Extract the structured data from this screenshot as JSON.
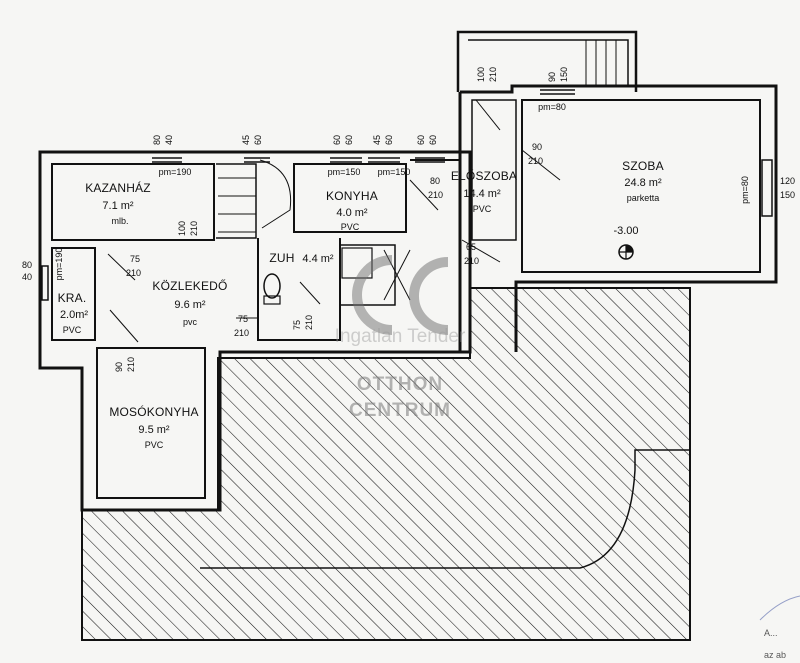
{
  "rooms": {
    "kazanhaz": {
      "name": "KAZANHÁZ",
      "area": "7.1 m²",
      "material": "mlb."
    },
    "konyha": {
      "name": "KONYHA",
      "area": "4.0 m²",
      "material": "PVC"
    },
    "eloszoba": {
      "name": "ELŐSZOBA",
      "area": "14.4 m²",
      "material": "PVC"
    },
    "szoba": {
      "name": "SZOBA",
      "area": "24.8 m²",
      "material": "parketta",
      "level": "-3.00"
    },
    "zuh": {
      "name": "ZUH",
      "area": "4.4 m²"
    },
    "kozlekedo": {
      "name": "KÖZLEKEDŐ",
      "area": "9.6 m²",
      "material": "pvc"
    },
    "kra": {
      "name": "KRA.",
      "area": "2.0m²",
      "material": "PVC"
    },
    "mosokonyha": {
      "name": "MOSÓKONYHA",
      "area": "9.5 m²",
      "material": "PVC"
    }
  },
  "parapets": {
    "kazanhaz": "pm=190",
    "konyha1": "pm=150",
    "konyha2": "pm=150",
    "eloszoba": "pm=80",
    "szoba": "pm=80",
    "kra": "pm=190"
  },
  "dimensions": {
    "w_80_40_top": [
      "80",
      "40"
    ],
    "w_45_60_a": [
      "45",
      "60"
    ],
    "w_60_60_a": [
      "60",
      "60"
    ],
    "w_45_60_b": [
      "45",
      "60"
    ],
    "w_60_60_b": [
      "60",
      "60"
    ],
    "d_100_210_top": [
      "100",
      "210"
    ],
    "w_90_150_top": [
      "90",
      "150"
    ],
    "d_100_210_kazanhaz": [
      "100",
      "210"
    ],
    "d_80_210_konyha": [
      "80",
      "210"
    ],
    "d_90_210_eloszoba": [
      "90",
      "210"
    ],
    "d_65_210": [
      "65",
      "210"
    ],
    "d_75_210_kozlekedo": [
      "75",
      "210"
    ],
    "d_75_210_bottom": [
      "75",
      "210"
    ],
    "d_75_210_zuh": [
      "75",
      "210"
    ],
    "w_80_40_left": [
      "80",
      "40"
    ],
    "d_90_210_mosokonyha": [
      "90",
      "210"
    ],
    "w_120_150_right": [
      "120",
      "150"
    ]
  },
  "watermark": {
    "logo": "OC",
    "site": "Ingatlan Tender",
    "brand_line1": "OTTHON",
    "brand_line2": "CENTRUM"
  },
  "corner_note": {
    "line1": "A...",
    "line2": "az ab"
  },
  "colors": {
    "ink": "#111111",
    "paper": "#f6f6f4",
    "watermark": "#7a7a7a"
  }
}
